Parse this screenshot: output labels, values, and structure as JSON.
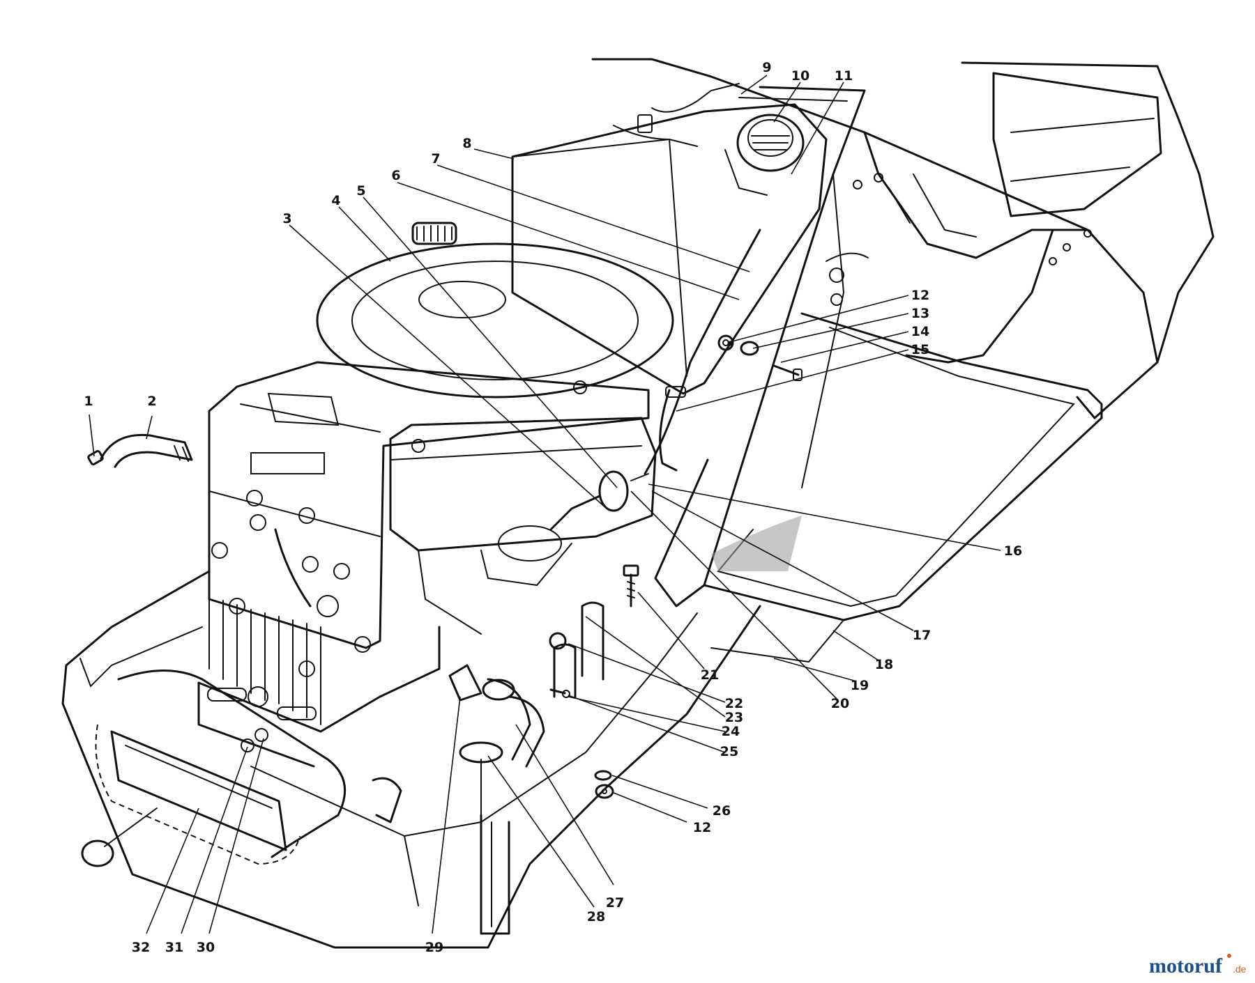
{
  "callouts": [
    {
      "id": "c1",
      "text": "1"
    },
    {
      "id": "c2",
      "text": "2"
    },
    {
      "id": "c3",
      "text": "3"
    },
    {
      "id": "c4",
      "text": "4"
    },
    {
      "id": "c5",
      "text": "5"
    },
    {
      "id": "c6",
      "text": "6"
    },
    {
      "id": "c7",
      "text": "7"
    },
    {
      "id": "c8",
      "text": "8"
    },
    {
      "id": "c9",
      "text": "9"
    },
    {
      "id": "c10",
      "text": "10"
    },
    {
      "id": "c11",
      "text": "11"
    },
    {
      "id": "c12a",
      "text": "12"
    },
    {
      "id": "c13",
      "text": "13"
    },
    {
      "id": "c14",
      "text": "14"
    },
    {
      "id": "c15",
      "text": "15"
    },
    {
      "id": "c16",
      "text": "16"
    },
    {
      "id": "c17",
      "text": "17"
    },
    {
      "id": "c18",
      "text": "18"
    },
    {
      "id": "c19",
      "text": "19"
    },
    {
      "id": "c20",
      "text": "20"
    },
    {
      "id": "c21",
      "text": "21"
    },
    {
      "id": "c22",
      "text": "22"
    },
    {
      "id": "c23",
      "text": "23"
    },
    {
      "id": "c24",
      "text": "24"
    },
    {
      "id": "c25",
      "text": "25"
    },
    {
      "id": "c26",
      "text": "26"
    },
    {
      "id": "c12b",
      "text": "12"
    },
    {
      "id": "c27",
      "text": "27"
    },
    {
      "id": "c28",
      "text": "28"
    },
    {
      "id": "c29",
      "text": "29"
    },
    {
      "id": "c30",
      "text": "30"
    },
    {
      "id": "c31",
      "text": "31"
    },
    {
      "id": "c32",
      "text": "32"
    }
  ],
  "watermark": {
    "name": "motoruf",
    "suffix": ".de"
  }
}
